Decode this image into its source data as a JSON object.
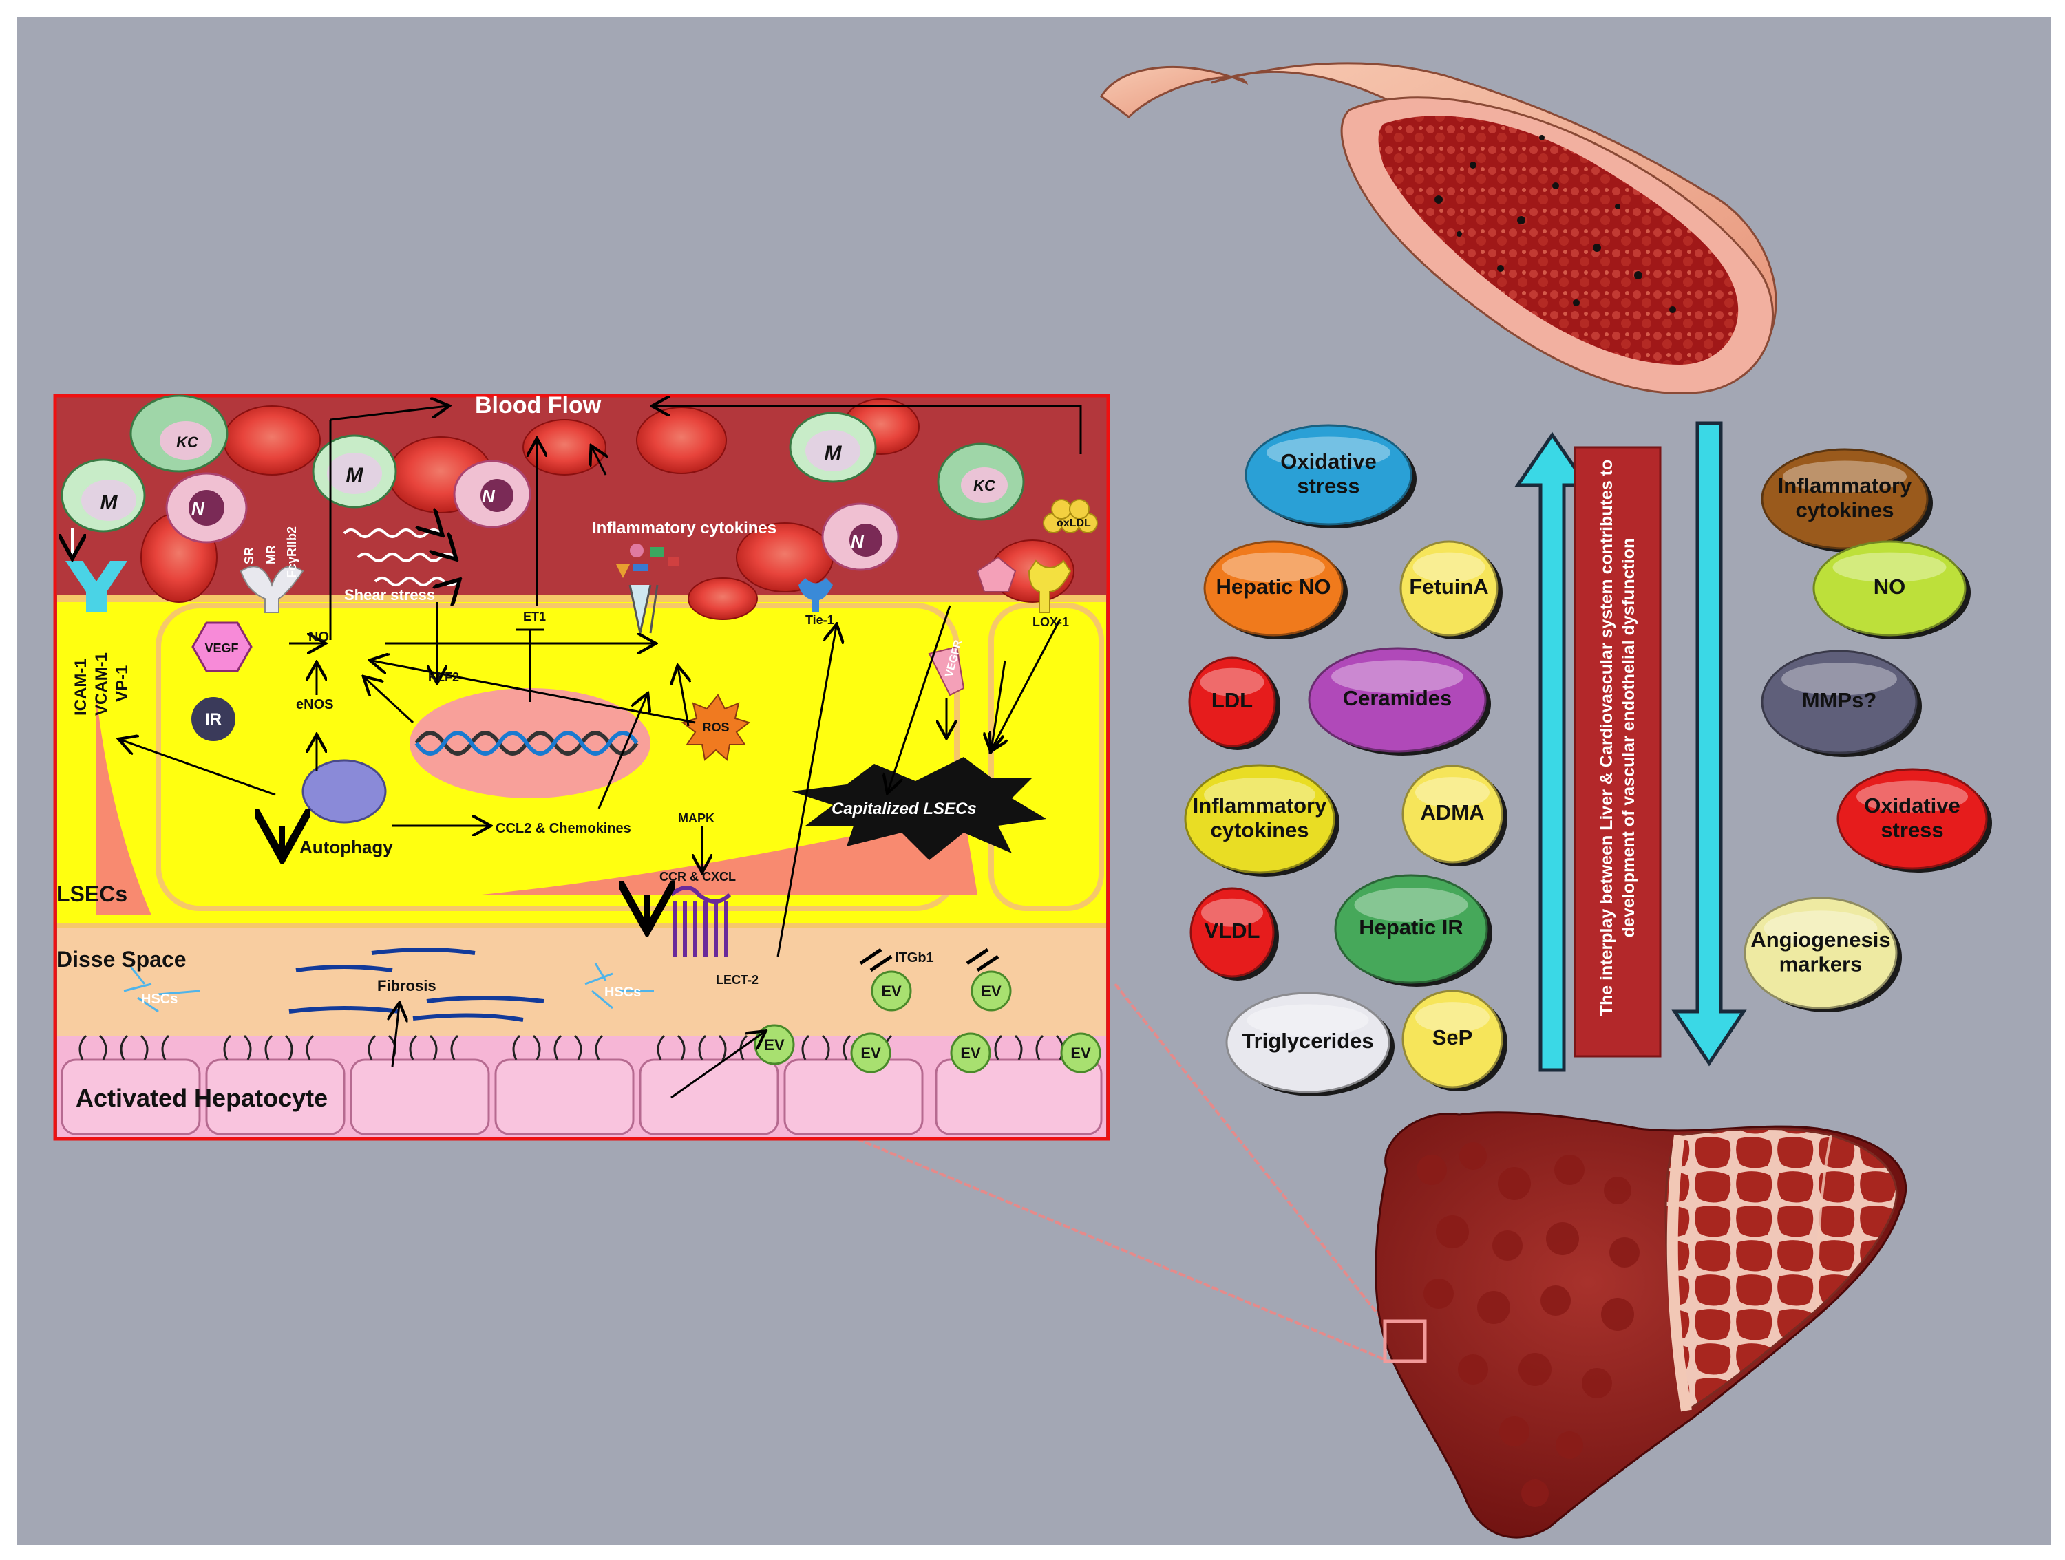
{
  "inset": {
    "blood_flow": "Blood Flow",
    "kc": "KC",
    "m": "M",
    "n": "N",
    "sr": "SR",
    "mr": "MR",
    "fcyriib2": "FcγRIIb2",
    "icam": "ICAM-1",
    "vcam": "VCAM-1",
    "vp": "VP-1",
    "vegf": "VEGF",
    "no": "NO",
    "enos": "eNOS",
    "ir": "IR",
    "shear_stress": "Shear stress",
    "et1": "ET1",
    "klf2": "KLF2",
    "inflammatory_cytokines": "Inflammatory cytokines",
    "ros": "ROS",
    "tie1": "Tie-1",
    "vegfr": "VEGFR",
    "oxldl": "oxLDL",
    "lox1": "LOX-1",
    "capitalized": "Capitalized LSECs",
    "autophagy": "Autophagy",
    "ccl2": "CCL2 & Chemokines",
    "mapk": "MAPK",
    "ccr": "CCR & CXCL",
    "lsecs": "LSECs",
    "disse": "Disse  Space",
    "hscs": "HSCs",
    "fibrosis": "Fibrosis",
    "lect2": "LECT-2",
    "itgb1": "ITGb1",
    "ev": "EV",
    "hepatocyte": "Activated Hepatocyte"
  },
  "vertical_banner": "The interplay between Liver & Cardiovascular system contributes to development of vascular endothelial dysfunction",
  "left_factors": [
    {
      "id": "oxidative-stress-left",
      "label": "Oxidative stress",
      "color": "#2aa0d6"
    },
    {
      "id": "hepatic-no",
      "label": "Hepatic  NO",
      "color": "#f07a1c"
    },
    {
      "id": "fetuina",
      "label": "FetuinA",
      "color": "#f6e55a"
    },
    {
      "id": "ldl",
      "label": "LDL",
      "color": "#e61c1c"
    },
    {
      "id": "ceramides",
      "label": "Ceramides",
      "color": "#b049b9"
    },
    {
      "id": "inflammatory-cytokines-left",
      "label": "Inflammatory cytokines",
      "color": "#e9dd24"
    },
    {
      "id": "adma",
      "label": "ADMA",
      "color": "#f6e55a"
    },
    {
      "id": "vldl",
      "label": "VLDL",
      "color": "#e61c1c"
    },
    {
      "id": "hepatic-ir",
      "label": "Hepatic IR",
      "color": "#46a85a"
    },
    {
      "id": "triglycerides",
      "label": "Triglycerides",
      "color": "#e8e8ee"
    },
    {
      "id": "sep",
      "label": "SeP",
      "color": "#f6e55a"
    }
  ],
  "right_factors": [
    {
      "id": "inflammatory-cytokines-right",
      "label": "Inflammatory cytokines",
      "color": "#9a5a1c"
    },
    {
      "id": "no-right",
      "label": "NO",
      "color": "#bde03a"
    },
    {
      "id": "mmps",
      "label": "MMPs?",
      "color": "#5f5f7a"
    },
    {
      "id": "oxidative-stress-right",
      "label": "Oxidative stress",
      "color": "#e61c1c"
    },
    {
      "id": "angiogenesis",
      "label": "Angiogenesis markers",
      "color": "#eeeaa2"
    }
  ],
  "colors": {
    "background_panel": "#a3a7b4",
    "blood_layer": "#b3373c",
    "lsec_yellow": "#ffff10",
    "disse": "#f8cda0",
    "arrow_cyan": "#3ad8e6",
    "banner": "#b3282a"
  }
}
